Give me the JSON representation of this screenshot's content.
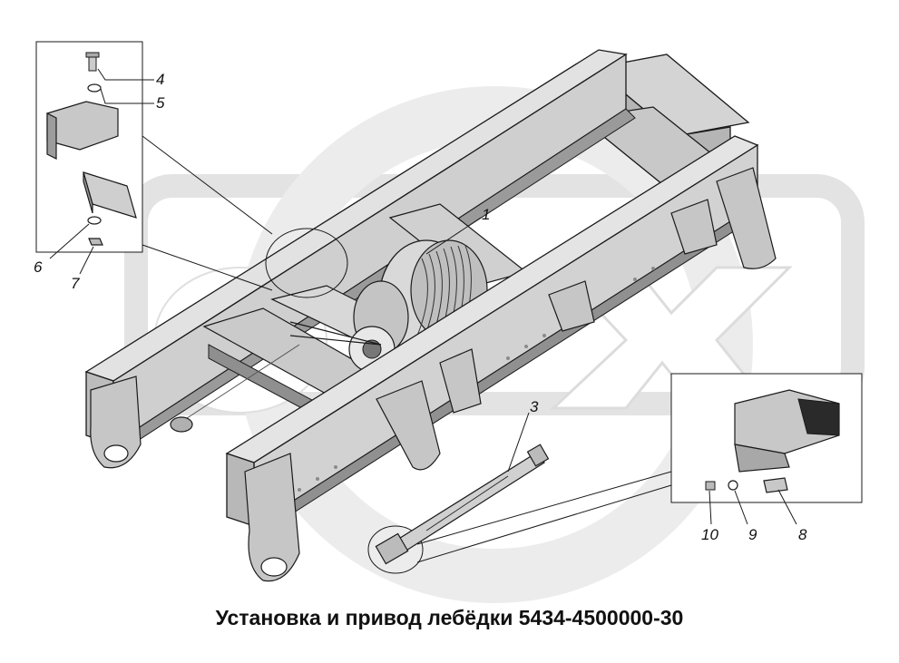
{
  "caption": "Установка и привод лебёдки 5434-4500000-30",
  "callouts": [
    {
      "id": "1",
      "text": "1"
    },
    {
      "id": "3",
      "text": "3"
    },
    {
      "id": "4",
      "text": "4"
    },
    {
      "id": "5",
      "text": "5"
    },
    {
      "id": "6",
      "text": "6"
    },
    {
      "id": "7",
      "text": "7"
    },
    {
      "id": "8",
      "text": "8"
    },
    {
      "id": "9",
      "text": "9"
    },
    {
      "id": "10",
      "text": "10"
    }
  ],
  "colors": {
    "watermark": "#e6e6e6",
    "frame_light": "#d9d9d9",
    "frame_mid": "#bdbdbd",
    "frame_dark": "#555555",
    "outline": "#1a1a1a"
  }
}
